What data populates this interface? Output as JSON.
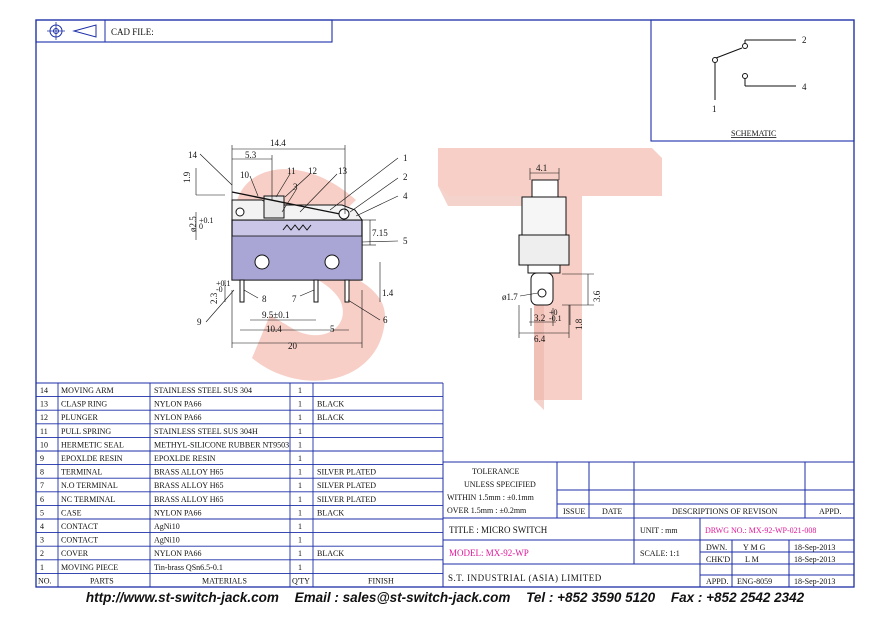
{
  "header": {
    "cad_file_label": "CAD FILE:"
  },
  "schematic": {
    "title": "SCHEMATIC",
    "pins": [
      "1",
      "2",
      "4"
    ]
  },
  "watermark": {
    "text": "ST",
    "color": "#f4b9ae"
  },
  "side_view": {
    "dims": [
      "14.4",
      "5.3",
      "1.9",
      "ø2.5",
      "+0.1",
      "0",
      "7.15",
      "2.3",
      "+0.1",
      "-0",
      "1.4",
      "9.5±0.1",
      "10.4",
      "5",
      "20"
    ],
    "callouts": [
      "14",
      "10",
      "11",
      "12",
      "13",
      "3",
      "1",
      "2",
      "4",
      "5",
      "6",
      "7",
      "8",
      "9"
    ]
  },
  "end_view": {
    "dims": [
      "4.1",
      "ø1.7",
      "3.6",
      "3.2",
      "+0",
      "-0.1",
      "1.8",
      "6.4"
    ]
  },
  "bom": {
    "rows": [
      {
        "no": "14",
        "part": "MOVING ARM",
        "material": "STAINLESS STEEL SUS 304",
        "qty": "1",
        "finish": ""
      },
      {
        "no": "13",
        "part": "CLASP RING",
        "material": "NYLON PA66",
        "qty": "1",
        "finish": "BLACK"
      },
      {
        "no": "12",
        "part": "PLUNGER",
        "material": "NYLON PA66",
        "qty": "1",
        "finish": "BLACK"
      },
      {
        "no": "11",
        "part": "PULL SPRING",
        "material": "STAINLESS STEEL SUS 304H",
        "qty": "1",
        "finish": ""
      },
      {
        "no": "10",
        "part": "HERMETIC SEAL",
        "material": "METHYL-SILICONE RUBBER NT9503",
        "qty": "1",
        "finish": ""
      },
      {
        "no": "9",
        "part": "EPOXLDE RESIN",
        "material": "EPOXLDE RESIN",
        "qty": "1",
        "finish": ""
      },
      {
        "no": "8",
        "part": "TERMINAL",
        "material": "BRASS ALLOY H65",
        "qty": "1",
        "finish": "SILVER PLATED"
      },
      {
        "no": "7",
        "part": "N.O TERMINAL",
        "material": "BRASS ALLOY H65",
        "qty": "1",
        "finish": "SILVER PLATED"
      },
      {
        "no": "6",
        "part": "NC TERMINAL",
        "material": "BRASS ALLOY H65",
        "qty": "1",
        "finish": "SILVER PLATED"
      },
      {
        "no": "5",
        "part": "CASE",
        "material": "NYLON PA66",
        "qty": "1",
        "finish": "BLACK"
      },
      {
        "no": "4",
        "part": "CONTACT",
        "material": "AgNi10",
        "qty": "1",
        "finish": ""
      },
      {
        "no": "3",
        "part": "CONTACT",
        "material": "AgNi10",
        "qty": "1",
        "finish": ""
      },
      {
        "no": "2",
        "part": "COVER",
        "material": "NYLON PA66",
        "qty": "1",
        "finish": "BLACK"
      },
      {
        "no": "1",
        "part": "MOVING PIECE",
        "material": "Tin-brass QSn6.5-0.1",
        "qty": "1",
        "finish": ""
      }
    ],
    "header": {
      "no": "NO.",
      "parts": "PARTS",
      "materials": "MATERIALS",
      "qty": "Q'TY",
      "finish": "FINISH"
    }
  },
  "tolerance": {
    "title": "TOLERANCE",
    "sub": "UNLESS SPECIFIED",
    "within": "WITHIN 1.5mm : ±0.1mm",
    "over": "OVER 1.5mm : ±0.2mm"
  },
  "revision": {
    "issue": "ISSUE",
    "date": "DATE",
    "desc": "DESCRIPTIONS OF REVISON",
    "appd": "APPD."
  },
  "title_block": {
    "title": "TITLE : MICRO SWITCH",
    "unit": "UNIT : mm",
    "drwg": "DRWG NO.: MX-92-WP-021-008",
    "model": "MODEL: MX-92-WP",
    "scale": "SCALE: 1:1",
    "company": "S.T. INDUSTRIAL (ASIA) LIMITED",
    "dwn_label": "DWN.",
    "dwn": "Y M G",
    "dwn_date": "18-Sep-2013",
    "chk_label": "CHK'D",
    "chk": "L M",
    "chk_date": "18-Sep-2013",
    "appd_label": "APPD.",
    "appd": "ENG-8059",
    "appd_date": "18-Sep-2013"
  },
  "footer": {
    "url": "http://www.st-switch-jack.com",
    "email": "Email : sales@st-switch-jack.com",
    "tel": "Tel : +852 3590 5120",
    "fax": "Fax : +852 2542 2342"
  }
}
